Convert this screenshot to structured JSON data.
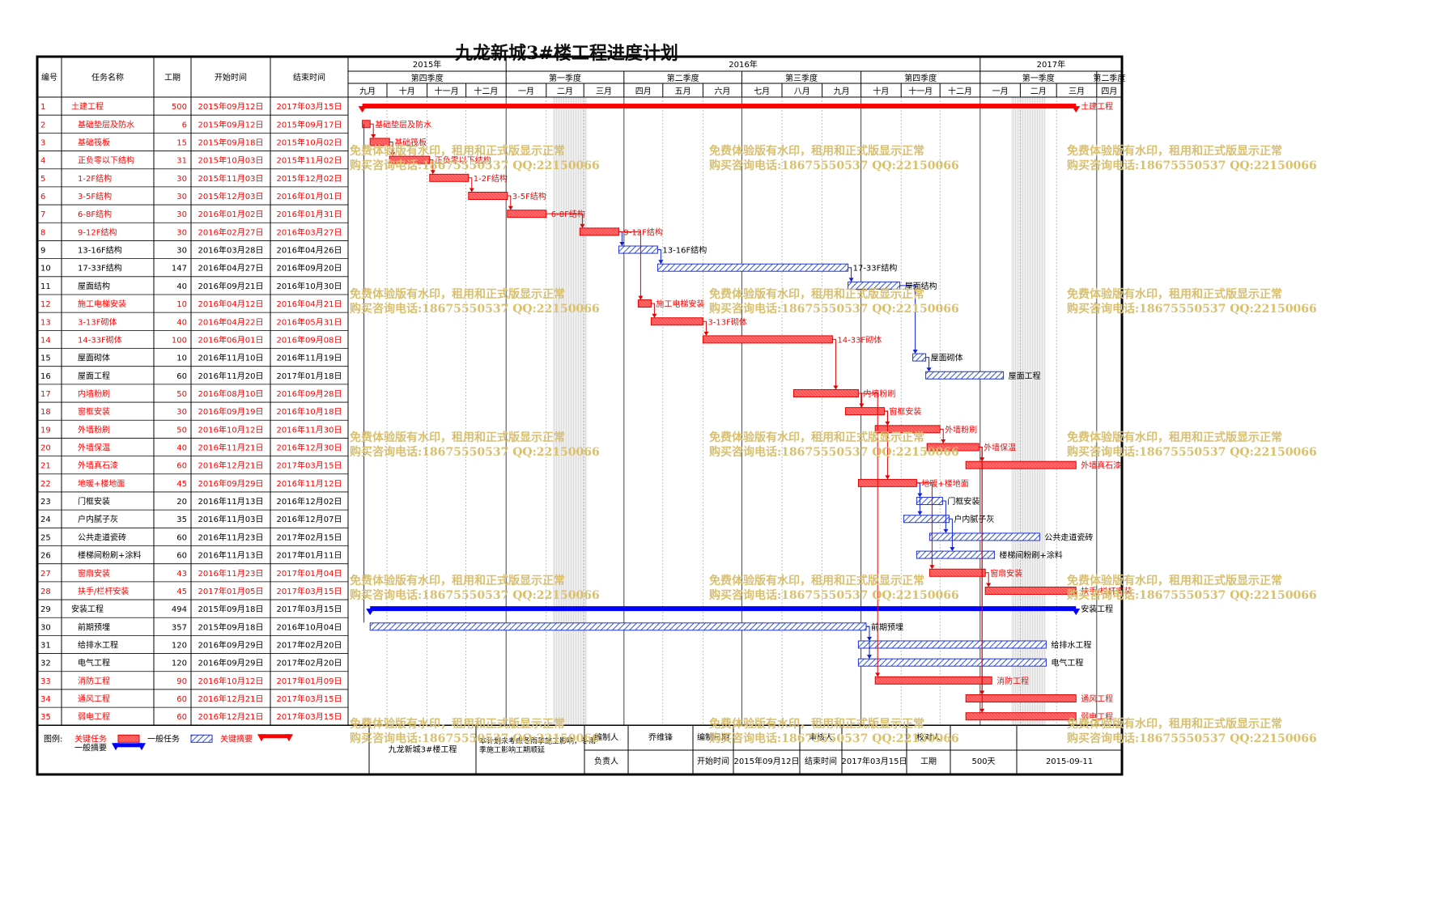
{
  "title": "九龙新城3#楼工程进度计划",
  "headers": {
    "id": "编号",
    "name": "任务名称",
    "dur": "工期",
    "start": "开始时间",
    "end": "结束时间"
  },
  "timeline": {
    "years": [
      "2015年",
      "2016年",
      "2017年"
    ],
    "quarters": [
      "第四季度",
      "第一季度",
      "第二季度",
      "第三季度",
      "第四季度",
      "第一季度",
      "第二季度"
    ],
    "months": [
      "九月",
      "十月",
      "十一月",
      "十二月",
      "一月",
      "二月",
      "三月",
      "四月",
      "五月",
      "六月",
      "七月",
      "八月",
      "九月",
      "十月",
      "十一月",
      "十二月",
      "一月",
      "二月",
      "三月",
      "四月"
    ]
  },
  "colors": {
    "critical": "#ff0000",
    "normal": "#0000ff",
    "critical_fill": "#ff6b6b",
    "normal_fill": "#8aa0f0",
    "watermark": "#d8c070"
  },
  "watermark": {
    "line1": "免费体验版有水印，租用和正式版显示正常",
    "line2": "购买咨询电话:18675550537 QQ:22150066"
  },
  "chart_data": {
    "type": "gantt",
    "title": "九龙新城3#楼工程进度计划",
    "tasks": [
      {
        "id": "1",
        "name": "土建工程",
        "duration": "500",
        "start": "2015年09月12日",
        "end": "2017年03月15日",
        "critical": true,
        "summary": true,
        "bar_label": "土建工程"
      },
      {
        "id": "2",
        "name": "基础垫层及防水",
        "duration": "6",
        "start": "2015年09月12日",
        "end": "2015年09月17日",
        "critical": true,
        "summary": false,
        "bar_label": "基础垫层及防水"
      },
      {
        "id": "3",
        "name": "基础筏板",
        "duration": "15",
        "start": "2015年09月18日",
        "end": "2015年10月02日",
        "critical": true,
        "summary": false,
        "bar_label": "基础筏板"
      },
      {
        "id": "4",
        "name": "正负零以下结构",
        "duration": "31",
        "start": "2015年10月03日",
        "end": "2015年11月02日",
        "critical": true,
        "summary": false,
        "bar_label": "正负零以下结构"
      },
      {
        "id": "5",
        "name": "1-2F结构",
        "duration": "30",
        "start": "2015年11月03日",
        "end": "2015年12月02日",
        "critical": true,
        "summary": false,
        "bar_label": "1-2F结构"
      },
      {
        "id": "6",
        "name": "3-5F结构",
        "duration": "30",
        "start": "2015年12月03日",
        "end": "2016年01月01日",
        "critical": true,
        "summary": false,
        "bar_label": "3-5F结构"
      },
      {
        "id": "7",
        "name": "6-8F结构",
        "duration": "30",
        "start": "2016年01月02日",
        "end": "2016年01月31日",
        "critical": true,
        "summary": false,
        "bar_label": "6-8F结构"
      },
      {
        "id": "8",
        "name": "9-12F结构",
        "duration": "30",
        "start": "2016年02月27日",
        "end": "2016年03月27日",
        "critical": true,
        "summary": false,
        "bar_label": "9-12F结构"
      },
      {
        "id": "9",
        "name": "13-16F结构",
        "duration": "30",
        "start": "2016年03月28日",
        "end": "2016年04月26日",
        "critical": false,
        "summary": false,
        "bar_label": "13-16F结构"
      },
      {
        "id": "10",
        "name": "17-33F结构",
        "duration": "147",
        "start": "2016年04月27日",
        "end": "2016年09月20日",
        "critical": false,
        "summary": false,
        "bar_label": "17-33F结构"
      },
      {
        "id": "11",
        "name": "屋面结构",
        "duration": "40",
        "start": "2016年09月21日",
        "end": "2016年10月30日",
        "critical": false,
        "summary": false,
        "bar_label": "屋面结构"
      },
      {
        "id": "12",
        "name": "施工电梯安装",
        "duration": "10",
        "start": "2016年04月12日",
        "end": "2016年04月21日",
        "critical": true,
        "summary": false,
        "bar_label": "施工电梯安装"
      },
      {
        "id": "13",
        "name": "3-13F砌体",
        "duration": "40",
        "start": "2016年04月22日",
        "end": "2016年05月31日",
        "critical": true,
        "summary": false,
        "bar_label": "3-13F砌体"
      },
      {
        "id": "14",
        "name": "14-33F砌体",
        "duration": "100",
        "start": "2016年06月01日",
        "end": "2016年09月08日",
        "critical": true,
        "summary": false,
        "bar_label": "14-33F砌体"
      },
      {
        "id": "15",
        "name": "屋面砌体",
        "duration": "10",
        "start": "2016年11月10日",
        "end": "2016年11月19日",
        "critical": false,
        "summary": false,
        "bar_label": "屋面砌体"
      },
      {
        "id": "16",
        "name": "屋面工程",
        "duration": "60",
        "start": "2016年11月20日",
        "end": "2017年01月18日",
        "critical": false,
        "summary": false,
        "bar_label": "屋面工程"
      },
      {
        "id": "17",
        "name": "内墙粉刷",
        "duration": "50",
        "start": "2016年08月10日",
        "end": "2016年09月28日",
        "critical": true,
        "summary": false,
        "bar_label": "内墙粉刷"
      },
      {
        "id": "18",
        "name": "窗框安装",
        "duration": "30",
        "start": "2016年09月19日",
        "end": "2016年10月18日",
        "critical": true,
        "summary": false,
        "bar_label": "窗框安装"
      },
      {
        "id": "19",
        "name": "外墙粉刷",
        "duration": "50",
        "start": "2016年10月12日",
        "end": "2016年11月30日",
        "critical": true,
        "summary": false,
        "bar_label": "外墙粉刷"
      },
      {
        "id": "20",
        "name": "外墙保温",
        "duration": "40",
        "start": "2016年11月21日",
        "end": "2016年12月30日",
        "critical": true,
        "summary": false,
        "bar_label": "外墙保温"
      },
      {
        "id": "21",
        "name": "外墙真石漆",
        "duration": "60",
        "start": "2016年12月21日",
        "end": "2017年03月15日",
        "critical": true,
        "summary": false,
        "bar_label": "外墙真石漆"
      },
      {
        "id": "22",
        "name": "地暖+楼地面",
        "duration": "45",
        "start": "2016年09月29日",
        "end": "2016年11月12日",
        "critical": true,
        "summary": false,
        "bar_label": "地暖+楼地面"
      },
      {
        "id": "23",
        "name": "门框安装",
        "duration": "20",
        "start": "2016年11月13日",
        "end": "2016年12月02日",
        "critical": false,
        "summary": false,
        "bar_label": "门框安装"
      },
      {
        "id": "24",
        "name": "户内腻子灰",
        "duration": "35",
        "start": "2016年11月03日",
        "end": "2016年12月07日",
        "critical": false,
        "summary": false,
        "bar_label": "户内腻子灰"
      },
      {
        "id": "25",
        "name": "公共走道瓷砖",
        "duration": "60",
        "start": "2016年11月23日",
        "end": "2017年02月15日",
        "critical": false,
        "summary": false,
        "bar_label": "公共走道瓷砖"
      },
      {
        "id": "26",
        "name": "楼梯间粉刷+涂料",
        "duration": "60",
        "start": "2016年11月13日",
        "end": "2017年01月11日",
        "critical": false,
        "summary": false,
        "bar_label": "楼梯间粉刷+涂料"
      },
      {
        "id": "27",
        "name": "窗扇安装",
        "duration": "43",
        "start": "2016年11月23日",
        "end": "2017年01月04日",
        "critical": true,
        "summary": false,
        "bar_label": "窗扇安装"
      },
      {
        "id": "28",
        "name": "扶手/栏杆安装",
        "duration": "45",
        "start": "2017年01月05日",
        "end": "2017年03月15日",
        "critical": true,
        "summary": false,
        "bar_label": "扶手/栏杆安装"
      },
      {
        "id": "29",
        "name": "安装工程",
        "duration": "494",
        "start": "2015年09月18日",
        "end": "2017年03月15日",
        "critical": false,
        "summary": true,
        "bar_label": "安装工程"
      },
      {
        "id": "30",
        "name": "前期预埋",
        "duration": "357",
        "start": "2015年09月18日",
        "end": "2016年10月04日",
        "critical": false,
        "summary": false,
        "bar_label": "前期预埋"
      },
      {
        "id": "31",
        "name": "给排水工程",
        "duration": "120",
        "start": "2016年09月29日",
        "end": "2017年02月20日",
        "critical": false,
        "summary": false,
        "bar_label": "给排水工程"
      },
      {
        "id": "32",
        "name": "电气工程",
        "duration": "120",
        "start": "2016年09月29日",
        "end": "2017年02月20日",
        "critical": false,
        "summary": false,
        "bar_label": "电气工程"
      },
      {
        "id": "33",
        "name": "消防工程",
        "duration": "90",
        "start": "2016年10月12日",
        "end": "2017年01月09日",
        "critical": true,
        "summary": false,
        "bar_label": "消防工程"
      },
      {
        "id": "34",
        "name": "通风工程",
        "duration": "60",
        "start": "2016年12月21日",
        "end": "2017年03月15日",
        "critical": true,
        "summary": false,
        "bar_label": "通风工程"
      },
      {
        "id": "35",
        "name": "弱电工程",
        "duration": "60",
        "start": "2016年12月21日",
        "end": "2017年03月15日",
        "critical": true,
        "summary": false,
        "bar_label": "弱电工程"
      }
    ]
  },
  "legend": {
    "label": "图例:",
    "critical_task": "关键任务",
    "normal_task": "一般任务",
    "critical_summary": "关键摘要",
    "normal_summary": "一般摘要"
  },
  "footer": {
    "project": "九龙新城3#楼工程",
    "note": "本计划未考虑冬雨季施工影响，冬雨季施工影响工期顺延",
    "prepared_by_label": "编制人",
    "prepared_by": "乔维锋",
    "date_label": "编制日期",
    "reviewer_label": "审核人",
    "checker_label": "校对人",
    "responsible_label": "负责人",
    "start_label": "开始时间",
    "start_value": "2015年09月12日",
    "end_label": "结束时间",
    "end_value": "2017年03月15日",
    "duration_label": "工期",
    "duration_value": "500天",
    "print_date": "2015-09-11"
  }
}
